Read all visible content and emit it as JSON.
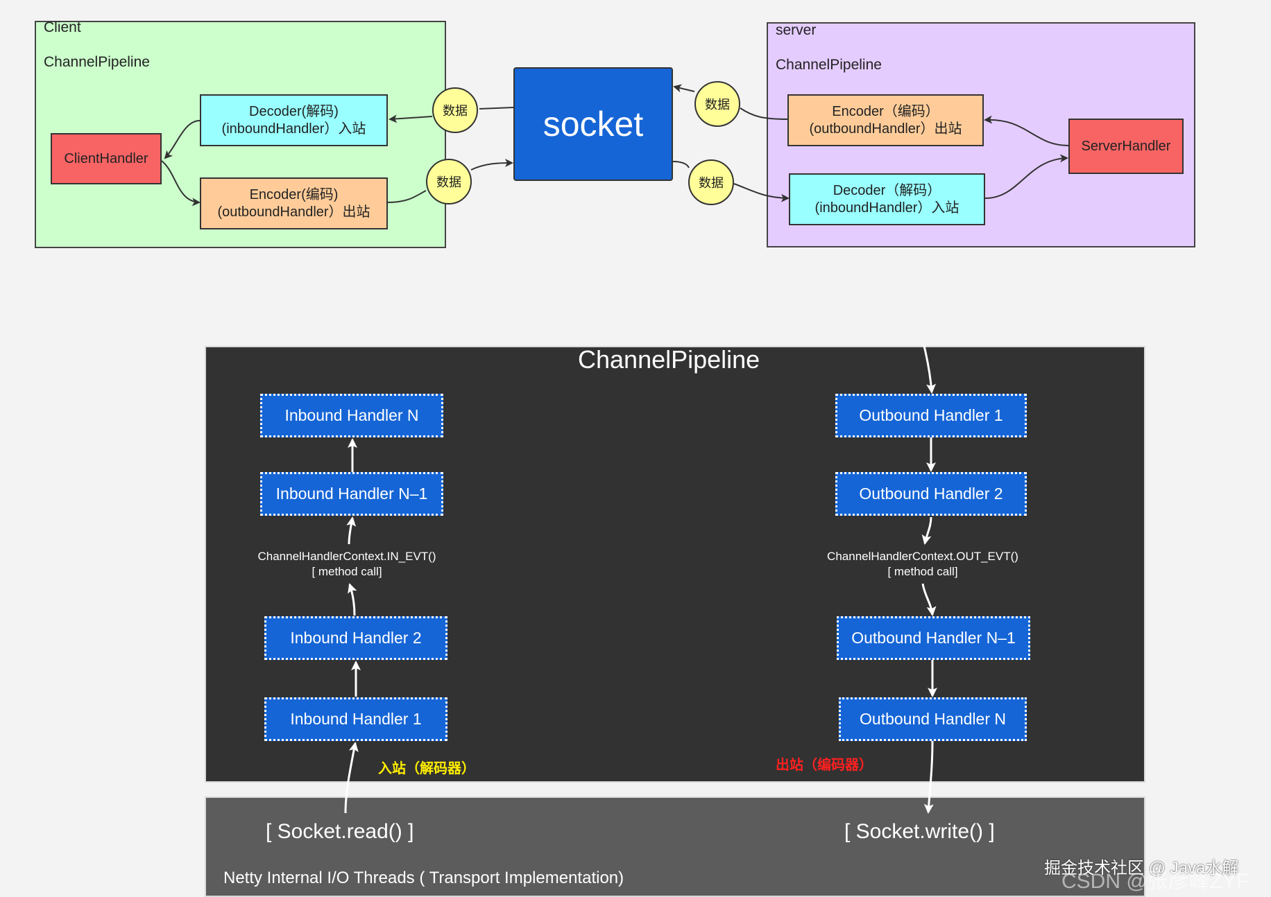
{
  "client": {
    "label": "Client",
    "pipeline_label": "ChannelPipeline",
    "handler": "ClientHandler",
    "decoder_line1": "Decoder(解码)",
    "decoder_line2": "(inboundHandler）入站",
    "encoder_line1": "Encoder(编码)",
    "encoder_line2": "(outboundHandler）出站"
  },
  "server": {
    "label": "server",
    "pipeline_label": "ChannelPipeline",
    "handler": "ServerHandler",
    "encoder_line1": "Encoder（编码）",
    "encoder_line2": "(outboundHandler）出站",
    "decoder_line1": "Decoder（解码）",
    "decoder_line2": "(inboundHandler）入站"
  },
  "socket_label": "socket",
  "data_label": "数据",
  "pipeline": {
    "title": "ChannelPipeline",
    "inbound": [
      "Inbound Handler N",
      "Inbound Handler N–1",
      "Inbound Handler 2",
      "Inbound Handler 1"
    ],
    "outbound": [
      "Outbound Handler 1",
      "Outbound Handler 2",
      "Outbound Handler N–1",
      "Outbound Handler N"
    ],
    "in_ctx_line1": "ChannelHandlerContext.IN_EVT()",
    "in_ctx_line2": "[ method call]",
    "out_ctx_line1": "ChannelHandlerContext.OUT_EVT()",
    "out_ctx_line2": "[ method call]",
    "inbound_note": "入站（解码器）",
    "outbound_note": "出站（编码器）"
  },
  "io": {
    "read": "[ Socket.read() ]",
    "write": "[ Socket.write() ]",
    "footer": "Netty Internal I/O Threads ( Transport Implementation)"
  },
  "watermark": {
    "line1": "掘金技术社区 @ Java水解",
    "line2": "CSDN @张彦峰ZYF"
  },
  "colors": {
    "client_bg": "#ccffcc",
    "server_bg": "#e5ccff",
    "handler_red": "#f86464",
    "decoder_cyan": "#99ffff",
    "encoder_orange": "#ffcc99",
    "socket_blue": "#1565d6",
    "bubble_yellow": "#fffe99",
    "pipeline_bg": "#323232",
    "io_bg": "#5c5c5c",
    "inbound_note": "#ffee00",
    "outbound_note": "#ff2020"
  }
}
